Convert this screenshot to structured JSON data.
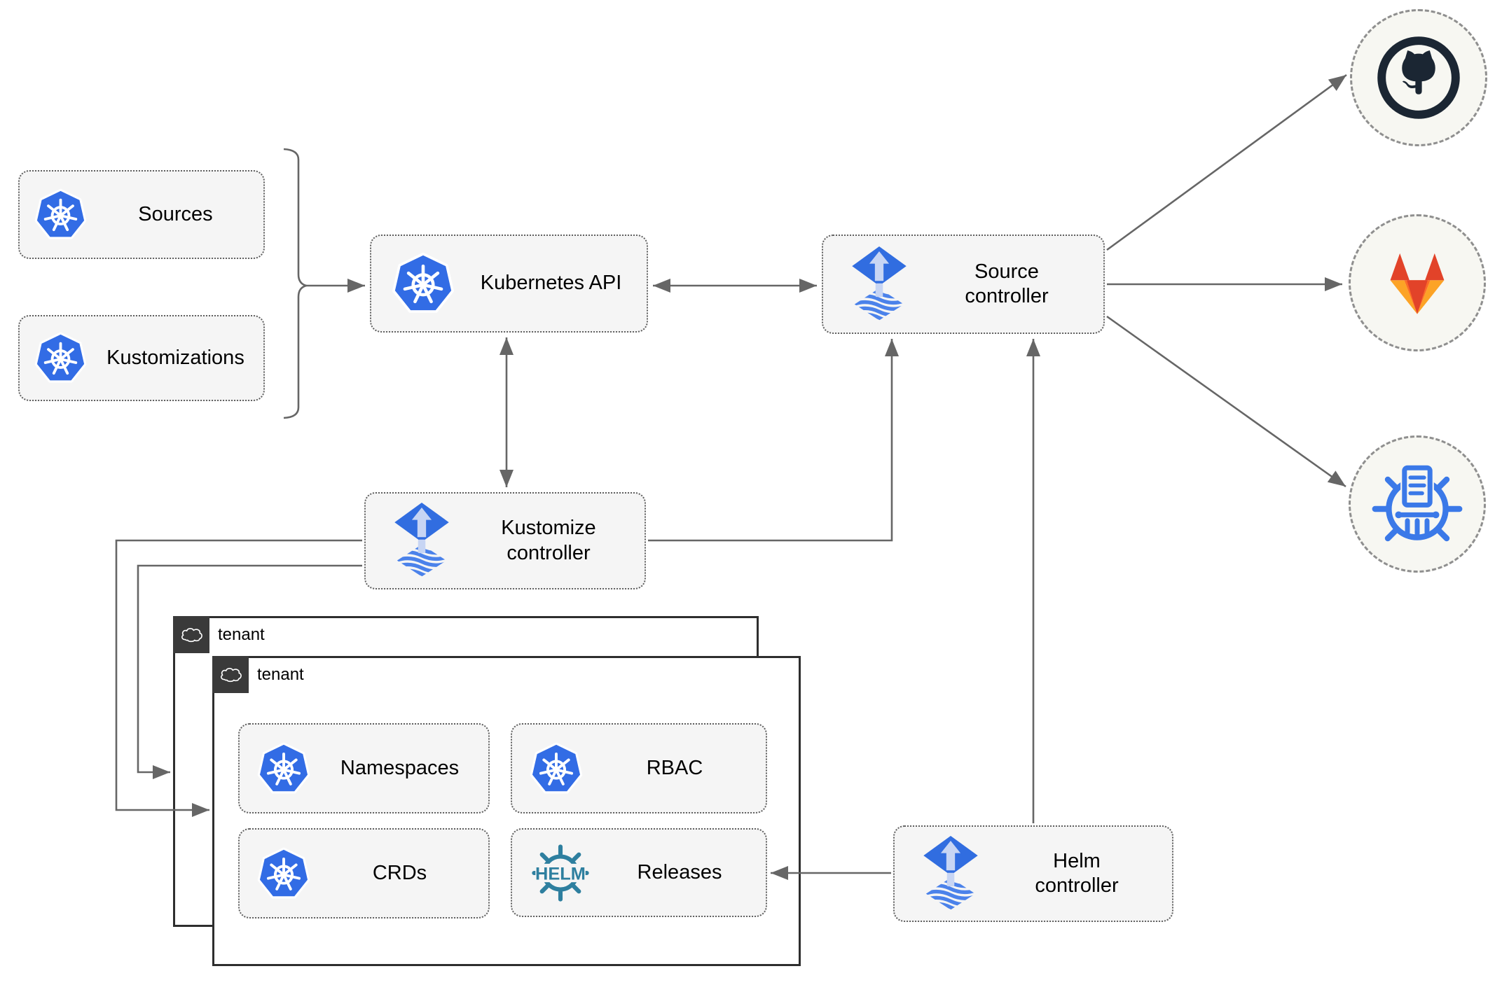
{
  "diagram": {
    "nodes": {
      "sources": {
        "label": "Sources",
        "icon": "kubernetes-icon"
      },
      "kustomizations": {
        "label": "Kustomizations",
        "icon": "kubernetes-icon"
      },
      "kubernetes_api": {
        "label": "Kubernetes API",
        "icon": "kubernetes-icon"
      },
      "source_controller": {
        "label": "Source controller",
        "icon": "flux-icon"
      },
      "kustomize_controller": {
        "label": "Kustomize controller",
        "icon": "flux-icon"
      },
      "helm_controller": {
        "label": "Helm controller",
        "icon": "flux-icon"
      },
      "namespaces": {
        "label": "Namespaces",
        "icon": "kubernetes-icon"
      },
      "rbac": {
        "label": "RBAC",
        "icon": "kubernetes-icon"
      },
      "crds": {
        "label": "CRDs",
        "icon": "kubernetes-icon"
      },
      "releases": {
        "label": "Releases",
        "icon": "helm-icon"
      }
    },
    "helm_logo_text": "HELM",
    "tenants": {
      "back": {
        "label": "tenant",
        "icon": "cloud-icon"
      },
      "front": {
        "label": "tenant",
        "icon": "cloud-icon"
      }
    },
    "endpoints": [
      {
        "name": "github",
        "icon": "github-icon"
      },
      {
        "name": "gitlab",
        "icon": "gitlab-icon"
      },
      {
        "name": "chartmuseum",
        "icon": "chartmuseum-icon"
      }
    ],
    "connections": [
      {
        "from": "sources+kustomizations",
        "to": "kubernetes_api",
        "type": "arrow"
      },
      {
        "from": "kubernetes_api",
        "to": "source_controller",
        "type": "double-arrow"
      },
      {
        "from": "kubernetes_api",
        "to": "kustomize_controller",
        "type": "double-arrow"
      },
      {
        "from": "kustomize_controller",
        "to": "source_controller",
        "type": "arrow"
      },
      {
        "from": "helm_controller",
        "to": "source_controller",
        "type": "arrow"
      },
      {
        "from": "helm_controller",
        "to": "releases",
        "type": "arrow"
      },
      {
        "from": "kustomize_controller",
        "to": "tenant_front",
        "type": "arrow"
      },
      {
        "from": "kustomize_controller",
        "to": "tenant_back",
        "type": "arrow"
      },
      {
        "from": "source_controller",
        "to": "github",
        "type": "arrow"
      },
      {
        "from": "source_controller",
        "to": "gitlab",
        "type": "arrow"
      },
      {
        "from": "source_controller",
        "to": "chartmuseum",
        "type": "arrow"
      }
    ],
    "colors": {
      "kubernetes_blue": "#326ce5",
      "flux_blue": "#316de0",
      "flux_light": "#c7d5f4",
      "flux_wave": "#4b82ea",
      "helm_teal": "#2e7f9f",
      "github_dark": "#1b2633",
      "gitlab_red_orange": "#e24329",
      "gitlab_orange": "#fc6d26",
      "gitlab_light_orange": "#fca326",
      "chartmuseum_blue": "#3b79e8",
      "arrow_gray": "#666666",
      "node_fill": "#f5f5f5",
      "node_border": "#5f5f5f",
      "tenant_border": "#2e2e2e",
      "tenant_header_bg": "#3a3a3a",
      "endpoint_fill": "#f7f7f2"
    }
  }
}
